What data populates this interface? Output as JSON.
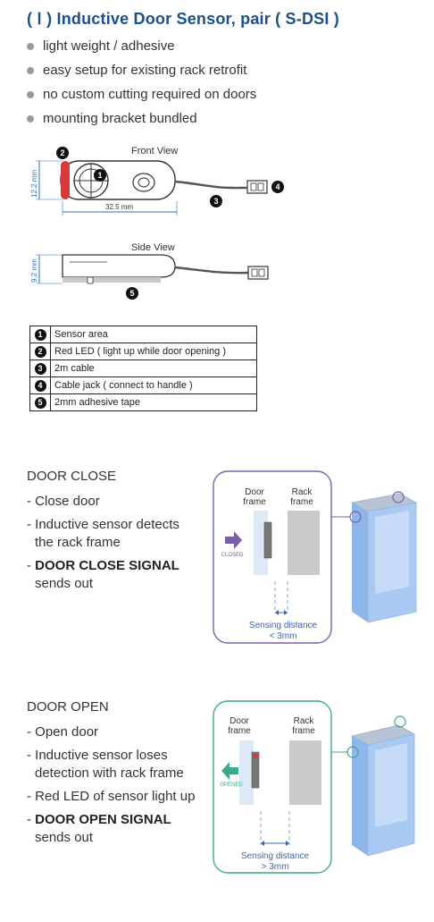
{
  "title": "( Ⅰ ) Inductive Door Sensor, pair  ( S-DSI )",
  "features": [
    "light weight / adhesive",
    "easy setup for existing rack retrofit",
    "no custom cutting required on doors",
    "mounting bracket bundled"
  ],
  "front_view": {
    "label": "Front View",
    "height": "12.2 mm",
    "width": "32.5 mm"
  },
  "side_view": {
    "label": "Side View",
    "height": "9.2 mm"
  },
  "markers": [
    "1",
    "2",
    "3",
    "4",
    "5"
  ],
  "legend": [
    {
      "num": "1",
      "text": "Sensor area"
    },
    {
      "num": "2",
      "text": "Red LED ( light up while door opening )"
    },
    {
      "num": "3",
      "text": "2m cable"
    },
    {
      "num": "4",
      "text": "Cable jack ( connect to handle )"
    },
    {
      "num": "5",
      "text": "2mm adhesive tape"
    }
  ],
  "door_close": {
    "heading": "DOOR CLOSE",
    "step1": "- Close door",
    "step2_a": "- Inductive sensor detects",
    "step2_b": "the rack frame",
    "step3_prefix": "- ",
    "step3_bold": "DOOR CLOSE SIGNAL",
    "step3_b": "sends out",
    "door_label_1": "Door",
    "door_label_2": "frame",
    "rack_label_1": "Rack",
    "rack_label_2": "frame",
    "state": "CLOSED",
    "distance_1": "Sensing distance",
    "distance_2": "< 3mm",
    "color": "#7b5ea7"
  },
  "door_open": {
    "heading": "DOOR OPEN",
    "step1": "- Open door",
    "step2_a": "- Inductive sensor loses",
    "step2_b": "detection with rack frame",
    "step3": "- Red LED of sensor light up",
    "step4_prefix": "- ",
    "step4_bold": "DOOR OPEN SIGNAL",
    "step4_b": "sends out",
    "door_label_1": "Door",
    "door_label_2": "frame",
    "rack_label_1": "Rack",
    "rack_label_2": "frame",
    "state": "OPENED",
    "distance_1": "Sensing distance",
    "distance_2": "> 3mm",
    "color": "#3aa98e"
  }
}
